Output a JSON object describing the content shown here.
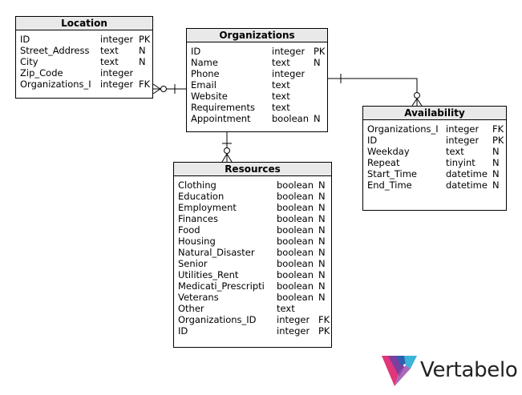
{
  "entities": {
    "location": {
      "title": "Location",
      "columns": [
        {
          "name": "ID",
          "type": "integer",
          "flag": "PK"
        },
        {
          "name": "Street_Address",
          "type": "text",
          "flag": "N"
        },
        {
          "name": "City",
          "type": "text",
          "flag": "N"
        },
        {
          "name": "Zip_Code",
          "type": "integer",
          "flag": ""
        },
        {
          "name": "Organizations_I",
          "type": "integer",
          "flag": "FK"
        }
      ]
    },
    "organizations": {
      "title": "Organizations",
      "columns": [
        {
          "name": "ID",
          "type": "integer",
          "flag": "PK"
        },
        {
          "name": "Name",
          "type": "text",
          "flag": "N"
        },
        {
          "name": "Phone",
          "type": "integer",
          "flag": ""
        },
        {
          "name": "Email",
          "type": "text",
          "flag": ""
        },
        {
          "name": "Website",
          "type": "text",
          "flag": ""
        },
        {
          "name": "Requirements",
          "type": "text",
          "flag": ""
        },
        {
          "name": "Appointment",
          "type": "boolean",
          "flag": "N"
        }
      ]
    },
    "availability": {
      "title": "Availability",
      "columns": [
        {
          "name": "Organizations_I",
          "type": "integer",
          "flag": "FK"
        },
        {
          "name": "ID",
          "type": "integer",
          "flag": "PK"
        },
        {
          "name": "Weekday",
          "type": "text",
          "flag": "N"
        },
        {
          "name": "Repeat",
          "type": "tinyint",
          "flag": "N"
        },
        {
          "name": "Start_Time",
          "type": "datetime",
          "flag": "N"
        },
        {
          "name": "End_Time",
          "type": "datetime",
          "flag": "N"
        }
      ]
    },
    "resources": {
      "title": "Resources",
      "columns": [
        {
          "name": "Clothing",
          "type": "boolean",
          "flag": "N"
        },
        {
          "name": "Education",
          "type": "boolean",
          "flag": "N"
        },
        {
          "name": "Employment",
          "type": "boolean",
          "flag": "N"
        },
        {
          "name": "Finances",
          "type": "boolean",
          "flag": "N"
        },
        {
          "name": "Food",
          "type": "boolean",
          "flag": "N"
        },
        {
          "name": "Housing",
          "type": "boolean",
          "flag": "N"
        },
        {
          "name": "Natural_Disaster",
          "type": "boolean",
          "flag": "N"
        },
        {
          "name": "Senior",
          "type": "boolean",
          "flag": "N"
        },
        {
          "name": "Utilities_Rent",
          "type": "boolean",
          "flag": "N"
        },
        {
          "name": "Medicati_Prescripti",
          "type": "boolean",
          "flag": "N"
        },
        {
          "name": "Veterans",
          "type": "boolean",
          "flag": "N"
        },
        {
          "name": "Other",
          "type": "text",
          "flag": ""
        },
        {
          "name": "Organizations_ID",
          "type": "integer",
          "flag": "FK"
        },
        {
          "name": "ID",
          "type": "integer",
          "flag": "PK"
        }
      ]
    }
  },
  "logo": {
    "text": "Vertabelo"
  }
}
